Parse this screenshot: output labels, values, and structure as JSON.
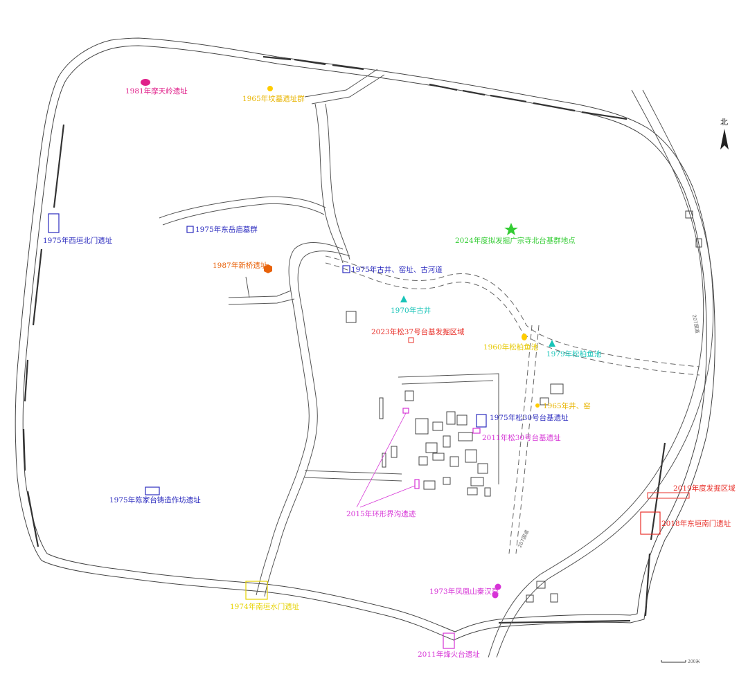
{
  "north_label": "北",
  "scale_label": "200米",
  "road_labels": {
    "road_207": "207国道"
  },
  "colors": {
    "pink": "#e0208a",
    "yellow": "#ffcc00",
    "blue": "#2b2bbf",
    "green": "#33cc33",
    "orange": "#e8620a",
    "cyan": "#18c4b8",
    "red": "#e8302a",
    "magenta": "#d633d6",
    "olive": "#e6d200"
  },
  "sites": [
    {
      "id": "moriling",
      "label": "1981年摩天岭遗址",
      "color": "#e0208a",
      "marker": "ellipse"
    },
    {
      "id": "huangxu",
      "label": "1965年坟墓遗址群",
      "color": "#e8b400",
      "marker": "sun"
    },
    {
      "id": "xibei",
      "label": "1975年西垣北门遗址",
      "color": "#2b2bbf",
      "marker": "rect"
    },
    {
      "id": "dongyue",
      "label": "1975年东岳庙墓群",
      "color": "#2b2bbf",
      "marker": "square"
    },
    {
      "id": "guangzong",
      "label": "2024年度拟发掘广宗寺北台基群地点",
      "color": "#33cc33",
      "marker": "star"
    },
    {
      "id": "xinqiao",
      "label": "1987年新桥遗址",
      "color": "#e8620a",
      "marker": "hexagon"
    },
    {
      "id": "gujing1975",
      "label": "1975年古井、窑址、古河道",
      "color": "#2b2bbf",
      "marker": "square"
    },
    {
      "id": "gujing1970",
      "label": "1970年古井",
      "color": "#18c4b8",
      "marker": "triangle"
    },
    {
      "id": "song37",
      "label": "2023年松37号台基发掘区域",
      "color": "#e8302a",
      "marker": "square"
    },
    {
      "id": "songbai1960",
      "label": "1960年松柏鱼池",
      "color": "#e6c800",
      "marker": "drop"
    },
    {
      "id": "songbai1979",
      "label": "1979年松柏鱼池",
      "color": "#18c4b8",
      "marker": "triangle"
    },
    {
      "id": "jing1965",
      "label": "1965年井、窑",
      "color": "#e8b400",
      "marker": "sun"
    },
    {
      "id": "song30_1975",
      "label": "1975年松30号台基遗址",
      "color": "#2b2bbf",
      "marker": "rect"
    },
    {
      "id": "song30_2011",
      "label": "2011年松30号台基遗址",
      "color": "#d633d6",
      "marker": "rect"
    },
    {
      "id": "chenjiatai",
      "label": "1975年陈家台铸造作坊遗址",
      "color": "#2b2bbf",
      "marker": "rect"
    },
    {
      "id": "huanxing",
      "label": "2015年环形界沟遗迹",
      "color": "#d633d6",
      "marker": "rect"
    },
    {
      "id": "dongnan2019",
      "label": "2019年度发掘区域",
      "color": "#e8302a",
      "marker": "rect"
    },
    {
      "id": "dongnan2018",
      "label": "2018年东垣南门遗址",
      "color": "#e8302a",
      "marker": "rect"
    },
    {
      "id": "fenghuang",
      "label": "1973年凤凰山秦汉墓",
      "color": "#d633d6",
      "marker": "dots"
    },
    {
      "id": "shuimen",
      "label": "1974年南垣水门遗址",
      "color": "#e6d200",
      "marker": "rect"
    },
    {
      "id": "fenghuo",
      "label": "2011年烽火台遗址",
      "color": "#d633d6",
      "marker": "rect"
    }
  ]
}
